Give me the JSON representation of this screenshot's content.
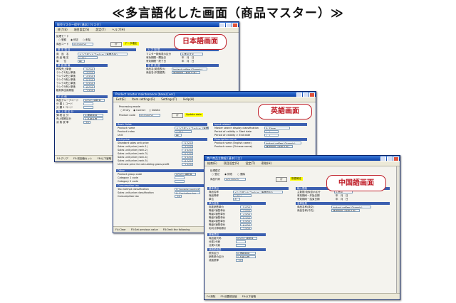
{
  "page_title": "≪多言語化した画面（商品マスター）≫",
  "jp": {
    "titlebar": "販売マスター保守 [基本] [マスタ]",
    "menu": [
      "終了(E)",
      "項目設定(S)",
      "設定(T)",
      "ヘルプ(H)"
    ],
    "mode_label": "処理モード",
    "modes": [
      "登録",
      "修正",
      "削除"
    ],
    "code_label": "商品コード",
    "code_value": "00100000",
    "data_button": "データ確定",
    "ribbon_basic": "基 本 項 目",
    "ribbon_input": "入 力 制 限",
    "name_label": "商　品　名",
    "name_value": "インスタントコーヒー（有限会社）",
    "index_label": "商 品 略 名",
    "index_value": "ｲﾝｽﾀﾝﾄ",
    "unit_label": "単　　位",
    "unit_value": "個",
    "ribbon_price": "単 価 情 報",
    "price_rows": [
      {
        "label": "標準売上単価",
        "value": "5,000"
      },
      {
        "label": "ランク1売上単価",
        "value": "4,000"
      },
      {
        "label": "ランク2売上単価",
        "value": "4,500"
      },
      {
        "label": "ランク3売上単価",
        "value": "5,200"
      },
      {
        "label": "ランク4売上単価",
        "value": "5,500"
      },
      {
        "label": "ランク5売上単価",
        "value": "6,000"
      },
      {
        "label": "粗利算出用原価",
        "value": "2,500"
      }
    ],
    "ribbon_other": "そ の 他",
    "group_label": "商品グループコード",
    "group_value": "00001 増肪品",
    "cat1_label": "分 類 1 コード",
    "cat2_label": "分 類 2 コード",
    "ribbon_tax": "売 上 税 区 分",
    "tax_label": "課 税 区 分",
    "tax_value": "0:課税商品",
    "tax2_label": "売上課税区分",
    "tax2_value": "0:外税計算",
    "tax3_label": "消 費 税 率",
    "tax3_value": "50",
    "right_rows": [
      {
        "label": "マスター検索表示区分",
        "value": "0:表示する"
      },
      {
        "label": "有効期間－開始日",
        "value": "年　月　日"
      },
      {
        "label": "有効期間－終了日",
        "value": "年　月　日"
      }
    ],
    "ribbon_desc": "名 称 英 語",
    "en_name_label": "商品名(英語表示)",
    "en_name_value": "instant coffee (Organic)",
    "cn_name_label": "商品名(中国語表)",
    "cn_name_value": "速溶咖啡（有机生态）",
    "status": [
      "F4:クリア",
      "F5:前回値セット",
      "F8:以下省略"
    ],
    "card": "日本語画面"
  },
  "en": {
    "titlebar": "Product master maintenance (base) [ver]",
    "menu": [
      "Exit(E)",
      "Item settings(S)",
      "Settings(T)",
      "Help(H)"
    ],
    "mode_label": "Processing mode",
    "modes": [
      "Entry",
      "Correct",
      "Delete"
    ],
    "code_label": "Product code",
    "code_value": "00100000",
    "data_button": "Update data",
    "ribbon_basic": "Basic fields",
    "ribbon_input": "Input related",
    "name_label": "Product name",
    "name_value": "インスタントコーヒー（有限会社）",
    "index_label": "Product index",
    "index_value": "ｲﾝｽﾀﾝﾄ",
    "unit_label": "Unit",
    "unit_value": "個",
    "ribbon_price": "Unit price",
    "price_rows": [
      {
        "label": "Standard sales unit price",
        "value": "5,000"
      },
      {
        "label": "Sales unit price (rank.1)",
        "value": "4,000"
      },
      {
        "label": "Sales unit price (rank.2)",
        "value": "4,500"
      },
      {
        "label": "Sales unit price (rank.3)",
        "value": "5,200"
      },
      {
        "label": "Sales unit price (rank.4)",
        "value": "5,500"
      },
      {
        "label": "Sales unit price (rank.5)",
        "value": "6,000"
      },
      {
        "label": "Unit cost price for calculating gross profit",
        "value": "2,500"
      }
    ],
    "ribbon_other": "Other",
    "group_label": "Product group code",
    "group_value": "00001 増肪品",
    "cat1_label": "Category 1 code",
    "cat2_label": "Category 2 code",
    "ribbon_tax": "Consumption tax",
    "tax_label": "Tax exempt classification",
    "tax_value": "0: taxable product",
    "tax2_label": "Sales unit price classification",
    "tax2_value": "0: Excluding tax",
    "tax3_label": "Consumption tax",
    "tax3_value": "50",
    "right_rows": [
      {
        "label": "Master search display classification",
        "value": "0: Show"
      },
      {
        "label": "Period of validity > Start date",
        "value": "/　/"
      },
      {
        "label": "Period of validity > End date",
        "value": "/　/"
      }
    ],
    "ribbon_desc": "Description name",
    "en_name_label": "Product name (English name)",
    "en_name_value": "instant coffee (Organic)",
    "cn_name_label": "Product name (Chinese name)",
    "cn_name_value": "速溶咖啡（有机生态）",
    "status": [
      "F4:Clear",
      "F5:Set previous value",
      "F8:Omit the following"
    ],
    "card": "英語画面"
  },
  "cn": {
    "titlebar": "商户商品主数据 [基本] [主]",
    "menu": [
      "结束(E)",
      "项目设定(S)",
      "设定(T)",
      "帮助(H)"
    ],
    "mode_label": "处理模式",
    "modes": [
      "登记",
      "修改",
      "删除"
    ],
    "code_label": "商品代码",
    "code_value": "00100000",
    "data_button": "数据确定",
    "ribbon_basic": "基本项目",
    "ribbon_input": "输入限制",
    "name_label": "商品名称",
    "name_value": "インスタントコーヒー（有限会社）",
    "index_label": "商品简称",
    "index_value": "ｲﾝｽﾀﾝﾄ",
    "unit_label": "单位",
    "unit_value": "个",
    "ribbon_price": "单价信息",
    "price_rows": [
      {
        "label": "标准销售单价",
        "value": "5,000"
      },
      {
        "label": "等级1销售单价",
        "value": "4,000"
      },
      {
        "label": "等级2销售单价",
        "value": "4,500"
      },
      {
        "label": "等级3销售单价",
        "value": "5,200"
      },
      {
        "label": "等级4销售单价",
        "value": "5,500"
      },
      {
        "label": "等级5销售单价",
        "value": "6,000"
      },
      {
        "label": "毛利计算用原价",
        "value": "2,500"
      }
    ],
    "ribbon_other": "其他项目",
    "group_label": "商品组代码",
    "group_value": "00001 增肪品",
    "cat1_label": "分类1代码",
    "cat2_label": "分类2代码",
    "ribbon_tax": "消费税信息",
    "tax_label": "税务区分",
    "tax_value": "0:课税商品",
    "tax2_label": "销售单价区分",
    "tax2_value": "0:外税计算",
    "tax3_label": "消费税率",
    "tax3_value": "50",
    "right_rows": [
      {
        "label": "主数据·检索显示区分",
        "value": "0:显示"
      },
      {
        "label": "有效期间－开始日期",
        "value": "年　月　日"
      },
      {
        "label": "有效期间－结束日期",
        "value": "年　月　日"
      }
    ],
    "ribbon_desc": "名称信息",
    "en_name_label": "商品名称(英文)",
    "en_name_value": "instant coffee (Organic)",
    "cn_name_label": "商品名称(中文)",
    "cn_name_value": "速溶咖啡（有机生态）",
    "status": [
      "F4:清除",
      "F5:设置前回值",
      "F8:以下省略"
    ],
    "card": "中国語画面"
  }
}
